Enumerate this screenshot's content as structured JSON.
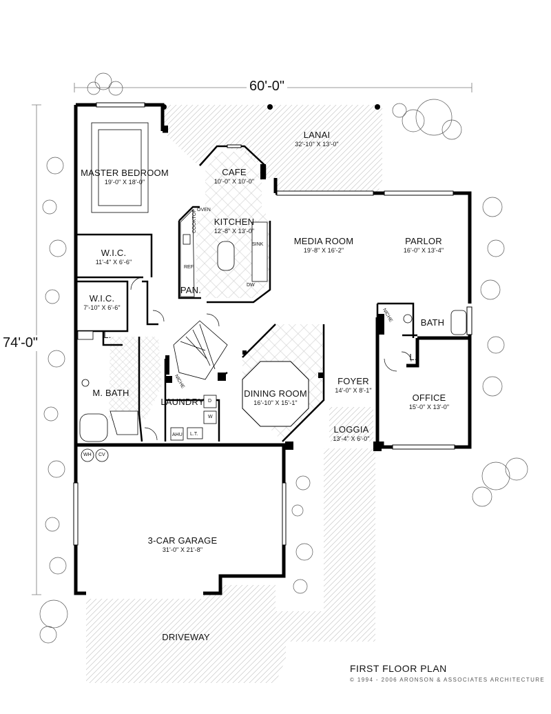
{
  "plan": {
    "title": "FIRST FLOOR PLAN",
    "copyright": "© 1994 - 2006 ARONSON & ASSOCIATES ARCHITECTURE",
    "width_dimension": "60'-0\"",
    "depth_dimension": "74'-0\""
  },
  "rooms": {
    "master_bedroom": {
      "name": "MASTER BEDROOM",
      "size": "19'-0\" X 18'-0\""
    },
    "cafe": {
      "name": "CAFE",
      "size": "10'-0\" X 10'-0\""
    },
    "lanai": {
      "name": "LANAI",
      "size": "32'-10\" X 13'-0\""
    },
    "kitchen": {
      "name": "KITCHEN",
      "size": "12'-8\" X 13'-0\""
    },
    "media_room": {
      "name": "MEDIA ROOM",
      "size": "19'-8\" X 16'-2\""
    },
    "parlor": {
      "name": "PARLOR",
      "size": "16'-0\" X 13'-4\""
    },
    "wic_1": {
      "name": "W.I.C.",
      "size": "11'-4\" X 6'-6\""
    },
    "wic_2": {
      "name": "W.I.C.",
      "size": "7'-10\" X 6'-6\""
    },
    "pantry": {
      "name": "PAN."
    },
    "bath": {
      "name": "BATH"
    },
    "linen_1": {
      "name": "L."
    },
    "linen_2": {
      "name": "L."
    },
    "m_bath": {
      "name": "M. BATH"
    },
    "dining_room": {
      "name": "DINING ROOM",
      "size": "16'-10\" X 15'-1\""
    },
    "foyer": {
      "name": "FOYER",
      "size": "14'-0\" X 8'-1\""
    },
    "office": {
      "name": "OFFICE",
      "size": "15'-0\" X 13'-0\""
    },
    "laundry": {
      "name": "LAUNDRY"
    },
    "loggia": {
      "name": "LOGGIA",
      "size": "13'-4\" X 6'-0\""
    },
    "garage": {
      "name": "3-CAR GARAGE",
      "size": "31'-0\" X 21'-8\""
    },
    "driveway": {
      "name": "DRIVEWAY"
    }
  },
  "fixtures": {
    "oven": "OVEN",
    "cooktop": "COOKTOP",
    "ref": "REF.",
    "sink": "SINK",
    "dw": "DW",
    "niche_1": "NICHE",
    "niche_2": "NICHE",
    "dryer": "D",
    "washer": "W",
    "ahu": "AHU",
    "laundry_tub": "L.T.",
    "water_heater": "WH",
    "cv": "CV"
  }
}
